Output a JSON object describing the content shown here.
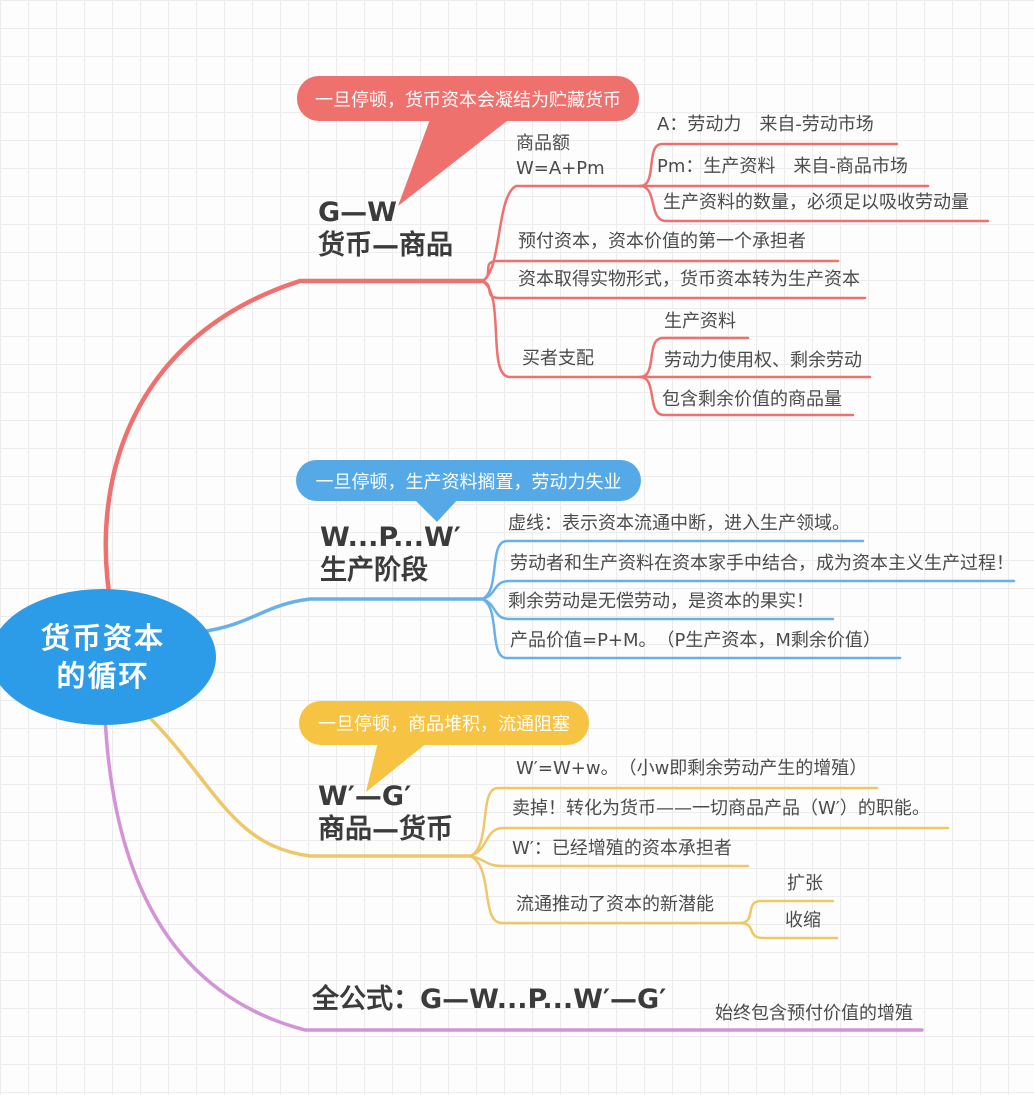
{
  "central": {
    "line1": "货币资本",
    "line2": "的循环"
  },
  "colors": {
    "central_blue": "#2d9ce8",
    "red": "#ef716e",
    "blue_line": "#68b1e8",
    "blue_callout": "#55a9e6",
    "yellow_callout": "#f6c343",
    "yellow_line": "#eec867",
    "purple": "#d393d6"
  },
  "gw": {
    "callout": "一旦停顿，货币资本会凝结为贮藏货币",
    "title1": "G—W",
    "title2": "货币—商品",
    "node_amount1": "商品额",
    "node_amount2": "W=A+Pm",
    "child_a": "A：劳动力　来自-劳动市场",
    "child_pm": "Pm：生产资料　来自-商品市场",
    "child_quantity": "生产资料的数量，必须足以吸收劳动量",
    "child_advance": "预付资本，资本价值的第一个承担者",
    "child_form": "资本取得实物形式，货币资本转为生产资本",
    "node_buyer": "买者支配",
    "buyer_child1": "生产资料",
    "buyer_child2": "劳动力使用权、剩余劳动",
    "buyer_child3": "包含剩余价值的商品量"
  },
  "wpw": {
    "callout": "一旦停顿，生产资料搁置，劳动力失业",
    "title1": "W...P...W′",
    "title2": "生产阶段",
    "child1": "虚线：表示资本流通中断，进入生产领域。",
    "child2": "劳动者和生产资料在资本家手中结合，成为资本主义生产过程！",
    "child3": "剩余劳动是无偿劳动，是资本的果实！",
    "child4": "产品价值=P+M。　（P生产资本，M剩余价值）"
  },
  "wg": {
    "callout": "一旦停顿，商品堆积，流通阻塞",
    "title1": "W′—G′",
    "title2": "商品—货币",
    "child1": "W′=W+w。　（小w即剩余劳动产生的增殖）",
    "child2": "卖掉！转化为货币——一切商品产品（W′）的职能。",
    "child3": "W′：已经增殖的资本承担者",
    "node_potential": "流通推动了资本的新潜能",
    "potential_child1": "扩张",
    "potential_child2": "收缩"
  },
  "formula": {
    "title": "全公式：G—W...P...W′—G′",
    "child": "始终包含预付价值的增殖"
  }
}
